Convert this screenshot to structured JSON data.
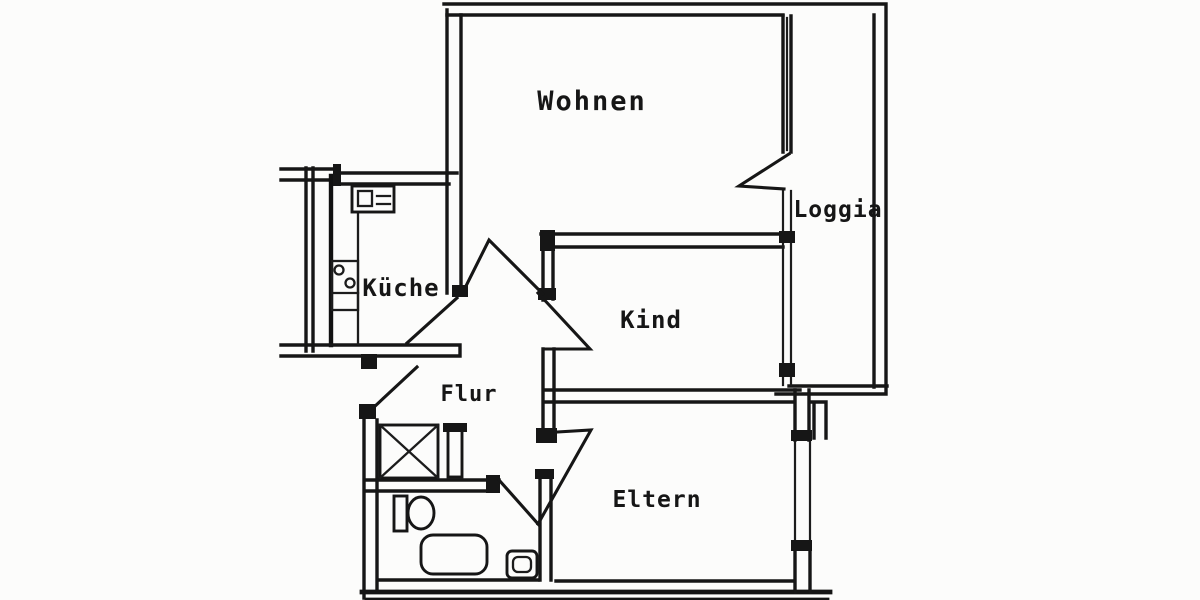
{
  "floor_plan": {
    "title": "apartment-floor-plan",
    "rooms": [
      {
        "id": "wohnen",
        "label": "Wohnen"
      },
      {
        "id": "loggia",
        "label": "Loggia"
      },
      {
        "id": "kueche",
        "label": "Küche"
      },
      {
        "id": "kind",
        "label": "Kind"
      },
      {
        "id": "flur",
        "label": "Flur"
      },
      {
        "id": "eltern",
        "label": "Eltern"
      }
    ],
    "symbols": [
      "stove-icon",
      "kitchen-sink-icon",
      "toilet-icon",
      "bathtub-icon",
      "washbasin-icon",
      "utility-shaft-icon",
      "door-swing-icon",
      "window-icon"
    ],
    "colors": {
      "ink": "#161616",
      "paper": "#fcfcfb"
    }
  }
}
